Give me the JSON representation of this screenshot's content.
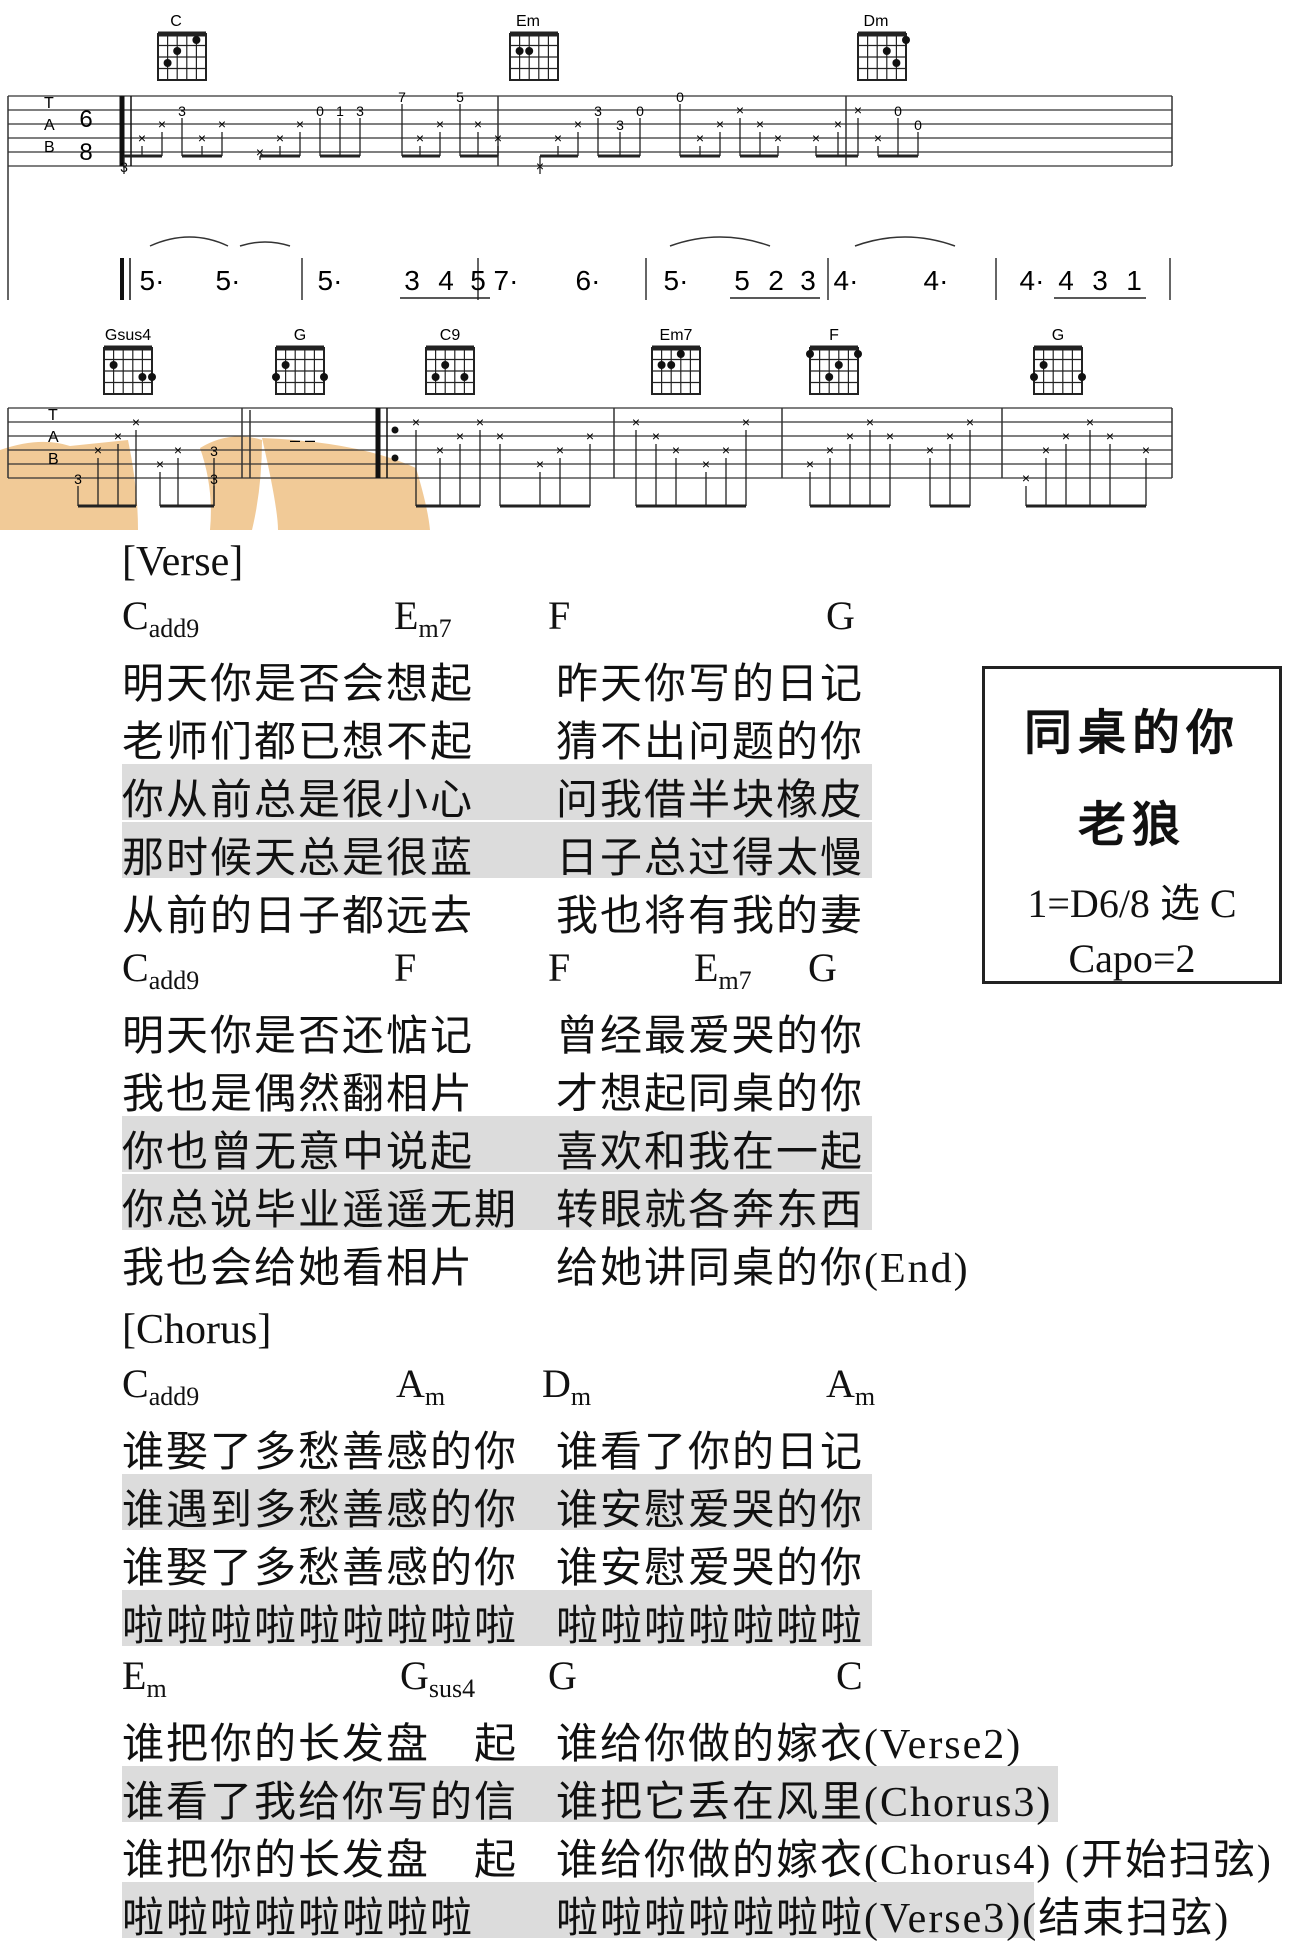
{
  "tab_row1": {
    "chords": [
      "C",
      "Em",
      "Dm"
    ],
    "time_sig": [
      "6",
      "8"
    ],
    "tab_letters": [
      "T",
      "A",
      "B"
    ],
    "fret_numbers": [
      "3",
      "3",
      "0",
      "1",
      "3",
      "7",
      "5",
      "3",
      "3",
      "0",
      "0",
      "0",
      "0",
      "0",
      "0"
    ],
    "notation": [
      "5·",
      "5·",
      "5·",
      "3",
      "4",
      "5",
      "7·",
      "6·",
      "5·",
      "5",
      "2",
      "3",
      "4·",
      "4·",
      "4·",
      "4",
      "3",
      "1"
    ]
  },
  "tab_row2": {
    "chords": [
      "Gsus4",
      "G",
      "C9",
      "Em7",
      "F",
      "G"
    ],
    "tab_letters": [
      "T",
      "A",
      "B"
    ],
    "fret_numbers": [
      "3",
      "3",
      "3",
      "3"
    ],
    "dashes": "– –"
  },
  "verse": {
    "label": "[Verse]",
    "chords_1": [
      {
        "root": "C",
        "sub": "add9"
      },
      {
        "root": "E",
        "sub": "m7"
      },
      {
        "root": "F",
        "sub": ""
      },
      {
        "root": "G",
        "sub": ""
      }
    ],
    "lines_1": [
      {
        "a": "明天你是否会想起",
        "b": "昨天你写的日记",
        "hl": false
      },
      {
        "a": "老师们都已想不起",
        "b": "猜不出问题的你",
        "hl": false
      },
      {
        "a": "你从前总是很小心",
        "b": "问我借半块橡皮",
        "hl": true
      },
      {
        "a": "那时候天总是很蓝",
        "b": "日子总过得太慢",
        "hl": true
      },
      {
        "a": "从前的日子都远去",
        "b": "我也将有我的妻",
        "hl": false
      }
    ],
    "chords_2": [
      {
        "root": "C",
        "sub": "add9"
      },
      {
        "root": "F",
        "sub": ""
      },
      {
        "root": "F",
        "sub": ""
      },
      {
        "root": "E",
        "sub": "m7"
      },
      {
        "root": "G",
        "sub": ""
      }
    ],
    "lines_2": [
      {
        "a": "明天你是否还惦记",
        "b": "曾经最爱哭的你",
        "hl": false
      },
      {
        "a": "我也是偶然翻相片",
        "b": "才想起同桌的你",
        "hl": false
      },
      {
        "a": "你也曾无意中说起",
        "b": "喜欢和我在一起",
        "hl": true
      },
      {
        "a": "你总说毕业遥遥无期",
        "b": "转眼就各奔东西",
        "hl": true
      },
      {
        "a": "我也会给她看相片",
        "b": "给她讲同桌的你",
        "note": "(End)",
        "hl": false
      }
    ]
  },
  "chorus": {
    "label": "[Chorus]",
    "chords_1": [
      {
        "root": "C",
        "sub": "add9"
      },
      {
        "root": "A",
        "sub": "m"
      },
      {
        "root": "D",
        "sub": "m"
      },
      {
        "root": "A",
        "sub": "m"
      }
    ],
    "lines_1": [
      {
        "a": "谁娶了多愁善感的你",
        "b": "谁看了你的日记",
        "hl": false
      },
      {
        "a": "谁遇到多愁善感的你",
        "b": "谁安慰爱哭的你",
        "hl": true
      },
      {
        "a": "谁娶了多愁善感的你",
        "b": "谁安慰爱哭的你",
        "hl": false
      },
      {
        "a": "啦啦啦啦啦啦啦啦啦",
        "b": "啦啦啦啦啦啦啦",
        "hl": true
      }
    ],
    "chords_2": [
      {
        "root": "E",
        "sub": "m"
      },
      {
        "root": "G",
        "sub": "sus4"
      },
      {
        "root": "G",
        "sub": ""
      },
      {
        "root": "C",
        "sub": ""
      }
    ],
    "lines_2": [
      {
        "a": "谁把你的长发盘　起",
        "b": "谁给你做的嫁衣",
        "note": "(Verse2)",
        "hl": false
      },
      {
        "a": "谁看了我给你写的信",
        "b": "谁把它丢在风里",
        "note": "(Chorus3)",
        "hl": true
      },
      {
        "a": "谁把你的长发盘　起",
        "b": "谁给你做的嫁衣",
        "note": "(Chorus4) (开始扫弦)",
        "hl": false
      },
      {
        "a": "啦啦啦啦啦啦啦啦",
        "b": "啦啦啦啦啦啦啦",
        "note": "(Verse3)(结束扫弦)",
        "hl": true
      }
    ]
  },
  "title_box": {
    "song": "同桌的你",
    "artist": "老狼",
    "key": "1=D6/8 选 C",
    "capo": "Capo=2"
  }
}
